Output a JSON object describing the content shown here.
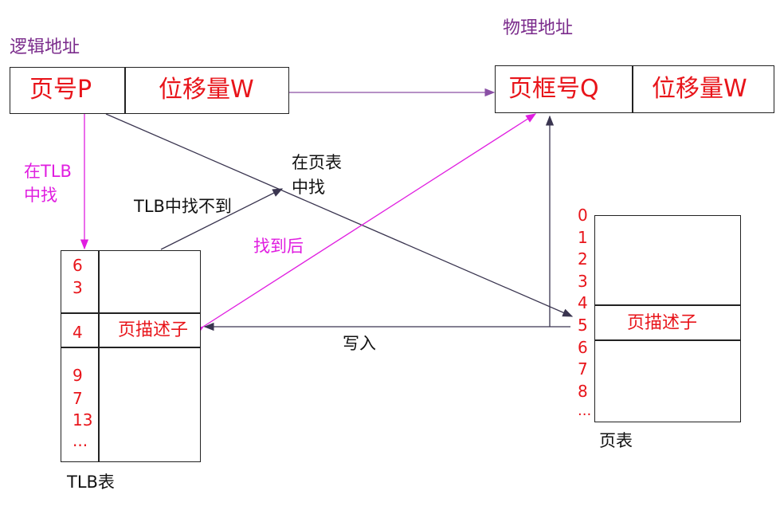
{
  "logical_address": {
    "title": "逻辑地址",
    "page_no": "页号P",
    "offset": "位移量W"
  },
  "physical_address": {
    "title": "物理地址",
    "frame_no": "页框号Q",
    "offset": "位移量W"
  },
  "labels": {
    "search_tlb_line1": "在TLB",
    "search_tlb_line2": "中找",
    "tlb_not_found": "TLB中找不到",
    "search_pt_line1": "在页表",
    "search_pt_line2": "中找",
    "found_after": "找到后",
    "write_in": "写入"
  },
  "tlb": {
    "caption": "TLB表",
    "group1": [
      "6",
      "3"
    ],
    "group2": [
      "4"
    ],
    "group3": [
      "9",
      "7",
      "13",
      "..."
    ],
    "descriptor": "页描述子"
  },
  "page_table": {
    "caption": "页表",
    "indices": [
      "0",
      "1",
      "2",
      "3",
      "4",
      "5",
      "6",
      "7",
      "8",
      "..."
    ],
    "descriptor": "页描述子"
  },
  "colors": {
    "red": "#e8141a",
    "purple": "#7b2c8c",
    "magenta": "#e01ee0",
    "line_dark": "#3a3550"
  }
}
